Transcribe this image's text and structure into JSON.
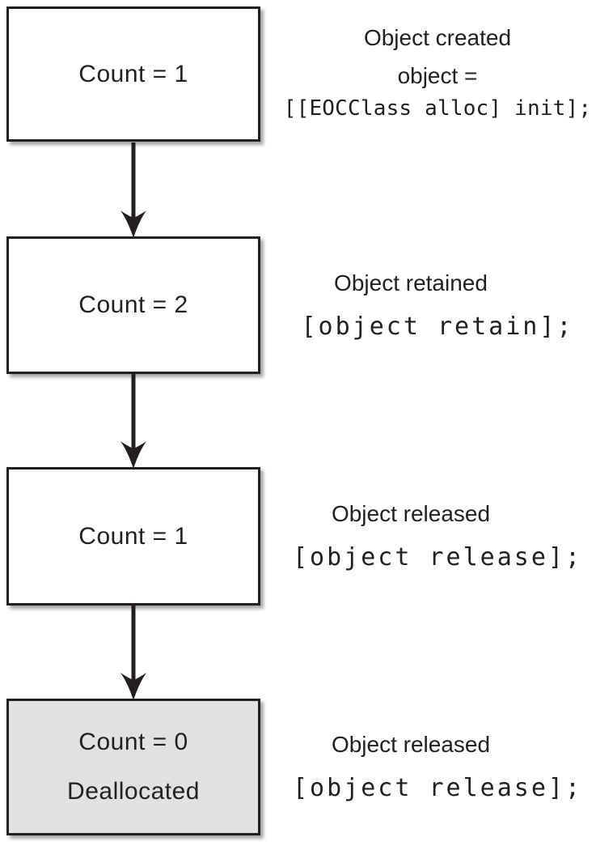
{
  "steps": [
    {
      "count": "Count = 1",
      "note_title": "Object created",
      "note_sub": "object =",
      "code": "[[EOCClass alloc] init];"
    },
    {
      "count": "Count = 2",
      "note_title": "Object retained",
      "code": "[object retain];"
    },
    {
      "count": "Count = 1",
      "note_title": "Object released",
      "code": "[object release];"
    },
    {
      "count": "Count = 0",
      "count_line2": "Deallocated",
      "note_title": "Object released",
      "code": "[object release];"
    }
  ],
  "colors": {
    "border": "#231f20",
    "box_fill": "#ffffff",
    "box_fill_final": "#e0e1e3",
    "text": "#231f20",
    "arrow": "#231f20"
  }
}
